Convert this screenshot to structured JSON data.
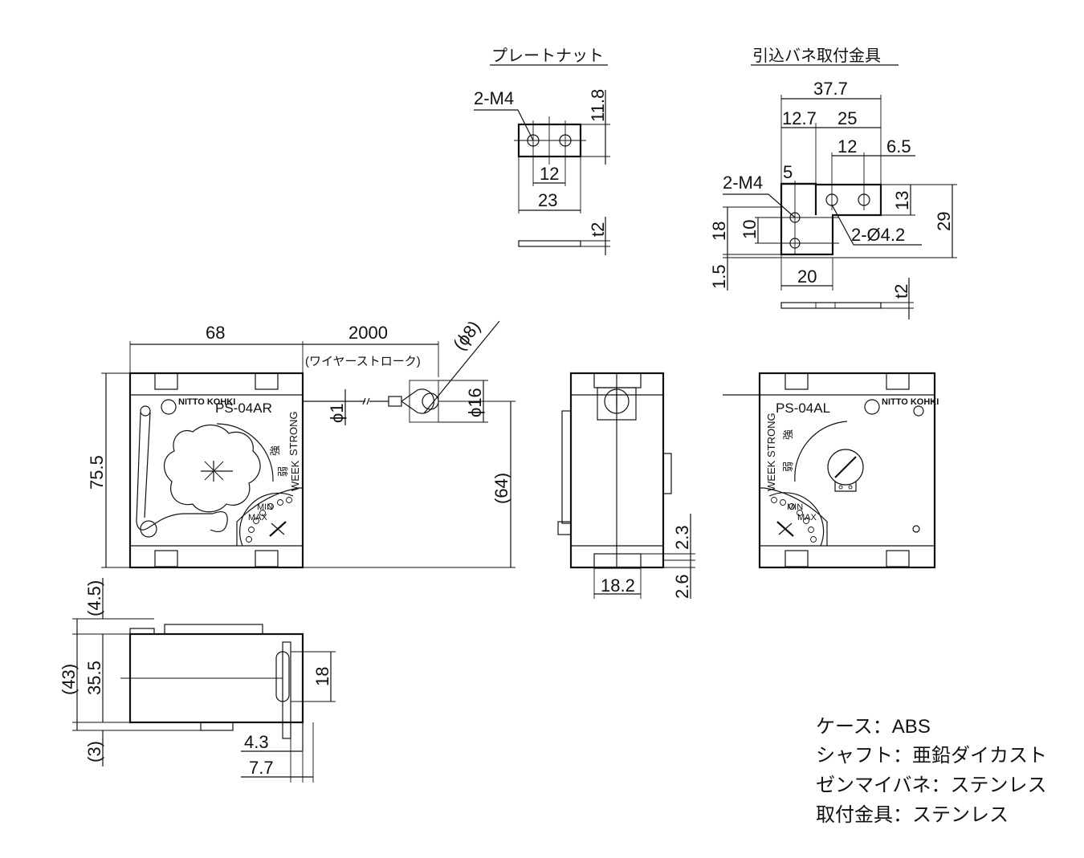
{
  "plate_nut": {
    "title": "プレートナット",
    "thread": "2-M4",
    "height": "11.8",
    "pitch": "12",
    "width": "23",
    "thickness": "t2"
  },
  "bracket": {
    "title": "引込バネ取付金具",
    "width": "37.7",
    "offset_a": "12.7",
    "offset_b": "25",
    "pitch": "12",
    "edge": "6.5",
    "thread": "2-M4",
    "gap": "5",
    "height_upper": "13",
    "height_total": "29",
    "height_left": "18",
    "pitch_v": "10",
    "hole": "2-Ø4.2",
    "base_offset": "1.5",
    "base_width": "20",
    "thickness": "t2"
  },
  "front_view": {
    "width": "68",
    "height": "75.5",
    "stroke": "2000",
    "stroke_note": "(ワイヤーストローク)",
    "wire_dia": "ϕ1",
    "ring_dia": "(ϕ8)",
    "ring_outer": "ϕ16",
    "wire_height": "(64)",
    "model": "PS-04AR",
    "label_strong_jp": "強",
    "label_strong": "STRONG",
    "label_weak_jp": "弱",
    "label_weak": "WEEK",
    "label_min": "MIN",
    "label_max": "MAX"
  },
  "side_view": {
    "width": "18.2",
    "dim_a": "2.3",
    "dim_b": "2.6"
  },
  "rear_view": {
    "model": "PS-04AL",
    "label_strong": "STRONG",
    "label_strong_jp": "強",
    "label_weak": "WEEK",
    "label_weak_jp": "弱",
    "label_min": "MIN",
    "label_max": "MAX"
  },
  "bottom_view": {
    "top": "(4.5)",
    "total": "(43)",
    "body": "35.5",
    "bottom": "(3)",
    "slot": "18",
    "offset_a": "4.3",
    "offset_b": "7.7"
  },
  "materials": [
    "ケース：ABS",
    "シャフト：亜鉛ダイカスト",
    "ゼンマイバネ：ステンレス",
    "取付金具：ステンレス"
  ],
  "logo_text": "NITTO KOHKI"
}
